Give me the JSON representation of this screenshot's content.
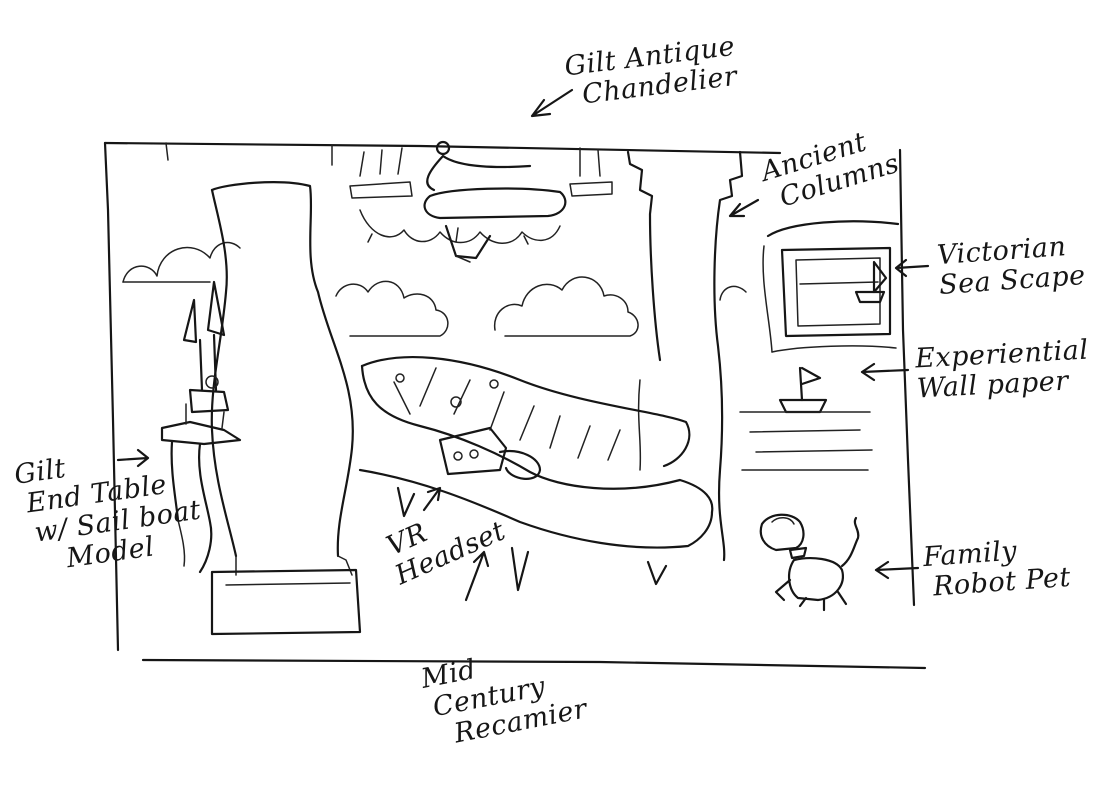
{
  "labels": {
    "chandelier": [
      "Gilt Antique",
      "Chandelier"
    ],
    "columns": [
      "Ancient",
      "Columns"
    ],
    "seascape": [
      "Victorian",
      "Sea Scape"
    ],
    "wallpaper": [
      "Experiential",
      "Wall paper"
    ],
    "end_table": [
      "Gilt",
      "End Table",
      "w/ Sail boat",
      "Model"
    ],
    "vr_headset": [
      "VR",
      "Headset"
    ],
    "recamier": [
      "Mid",
      "Century",
      "Recamier"
    ],
    "robot_pet": [
      "Family",
      "Robot Pet"
    ]
  },
  "colors": {
    "ink": "#161616",
    "paper": "#ffffff"
  }
}
